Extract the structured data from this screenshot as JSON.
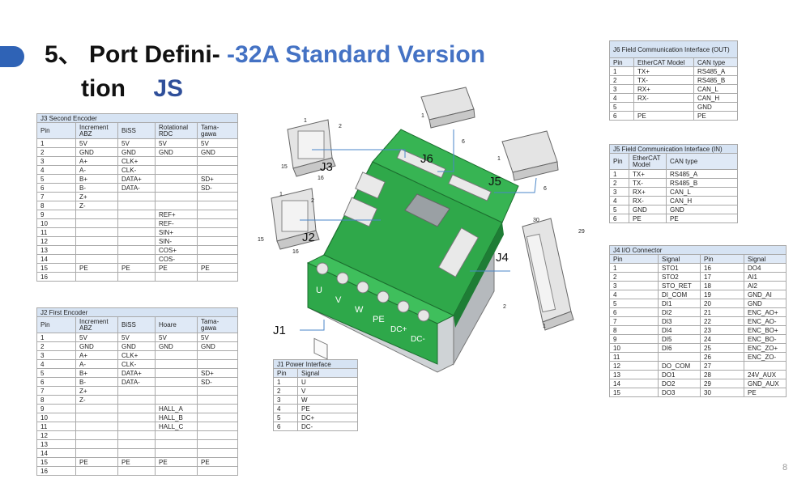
{
  "title": {
    "number": "5、",
    "part1": "Port Defini-",
    "accent": "-32A Standard Version",
    "part2": "tion",
    "accent2": "JS"
  },
  "page_number": "8",
  "board_labels": {
    "j1": "J1",
    "j2": "J2",
    "j3": "J3",
    "j4": "J4",
    "j5": "J5",
    "j6": "J6"
  },
  "terminal_labels": [
    "U",
    "V",
    "W",
    "PE",
    "DC+",
    "DC-"
  ],
  "connector_pins": {
    "j3_1": "1",
    "j3_2": "2",
    "j3_15": "15",
    "j3_16": "16",
    "j2_1": "1",
    "j2_2": "2",
    "j2_15": "15",
    "j2_16": "16",
    "j6_1": "1",
    "j6_6": "6",
    "j5_1": "1",
    "j5_6": "6",
    "j4_30": "30",
    "j4_29": "29",
    "j4_2": "2",
    "j4_1": "1"
  },
  "j3": {
    "caption": "J3 Second Encoder",
    "headers": [
      "Pin",
      "Increment ABZ",
      "BiSS",
      "Rotational RDC",
      "Tama-gawa"
    ],
    "rows": [
      [
        "1",
        "5V",
        "5V",
        "5V",
        "5V"
      ],
      [
        "2",
        "GND",
        "GND",
        "GND",
        "GND"
      ],
      [
        "3",
        "A+",
        "CLK+",
        "",
        ""
      ],
      [
        "4",
        "A-",
        "CLK-",
        "",
        ""
      ],
      [
        "5",
        "B+",
        "DATA+",
        "",
        "SD+"
      ],
      [
        "6",
        "B-",
        "DATA-",
        "",
        "SD-"
      ],
      [
        "7",
        "Z+",
        "",
        "",
        ""
      ],
      [
        "8",
        "Z-",
        "",
        "",
        ""
      ],
      [
        "9",
        "",
        "",
        "REF+",
        ""
      ],
      [
        "10",
        "",
        "",
        "REF-",
        ""
      ],
      [
        "11",
        "",
        "",
        "SIN+",
        ""
      ],
      [
        "12",
        "",
        "",
        "SIN-",
        ""
      ],
      [
        "13",
        "",
        "",
        "COS+",
        ""
      ],
      [
        "14",
        "",
        "",
        "COS-",
        ""
      ],
      [
        "15",
        "PE",
        "PE",
        "PE",
        "PE"
      ],
      [
        "16",
        "",
        "",
        "",
        ""
      ]
    ]
  },
  "j2": {
    "caption": "J2 First Encoder",
    "headers": [
      "Pin",
      "Increment ABZ",
      "BiSS",
      "Hoare",
      "Tama-gawa"
    ],
    "rows": [
      [
        "1",
        "5V",
        "5V",
        "5V",
        "5V"
      ],
      [
        "2",
        "GND",
        "GND",
        "GND",
        "GND"
      ],
      [
        "3",
        "A+",
        "CLK+",
        "",
        ""
      ],
      [
        "4",
        "A-",
        "CLK-",
        "",
        ""
      ],
      [
        "5",
        "B+",
        "DATA+",
        "",
        "SD+"
      ],
      [
        "6",
        "B-",
        "DATA-",
        "",
        "SD-"
      ],
      [
        "7",
        "Z+",
        "",
        "",
        ""
      ],
      [
        "8",
        "Z-",
        "",
        "",
        ""
      ],
      [
        "9",
        "",
        "",
        "HALL_A",
        ""
      ],
      [
        "10",
        "",
        "",
        "HALL_B",
        ""
      ],
      [
        "11",
        "",
        "",
        "HALL_C",
        ""
      ],
      [
        "12",
        "",
        "",
        "",
        ""
      ],
      [
        "13",
        "",
        "",
        "",
        ""
      ],
      [
        "14",
        "",
        "",
        "",
        ""
      ],
      [
        "15",
        "PE",
        "PE",
        "PE",
        "PE"
      ],
      [
        "16",
        "",
        "",
        "",
        ""
      ]
    ]
  },
  "j1": {
    "caption": "J1 Power Interface",
    "headers": [
      "Pin",
      "Signal"
    ],
    "rows": [
      [
        "1",
        "U"
      ],
      [
        "2",
        "V"
      ],
      [
        "3",
        "W"
      ],
      [
        "4",
        "PE"
      ],
      [
        "5",
        "DC+"
      ],
      [
        "6",
        "DC-"
      ]
    ]
  },
  "j6": {
    "caption": "J6 Field Communication Interface (OUT)",
    "headers": [
      "Pin",
      "EtherCAT Model",
      "CAN type"
    ],
    "rows": [
      [
        "1",
        "TX+",
        "RS485_A"
      ],
      [
        "2",
        "TX-",
        "RS485_B"
      ],
      [
        "3",
        "RX+",
        "CAN_L"
      ],
      [
        "4",
        "RX-",
        "CAN_H"
      ],
      [
        "5",
        "",
        "GND"
      ],
      [
        "6",
        "PE",
        "PE"
      ]
    ]
  },
  "j5": {
    "caption": "J5 Field Communication Interface (IN)",
    "headers": [
      "Pin",
      "EtherCAT Model",
      "CAN type"
    ],
    "rows": [
      [
        "1",
        "TX+",
        "RS485_A"
      ],
      [
        "2",
        "TX-",
        "RS485_B"
      ],
      [
        "3",
        "RX+",
        "CAN_L"
      ],
      [
        "4",
        "RX-",
        "CAN_H"
      ],
      [
        "5",
        "GND",
        "GND"
      ],
      [
        "6",
        "PE",
        "PE"
      ]
    ]
  },
  "j4": {
    "caption": "J4 I/O Connector",
    "headers": [
      "Pin",
      "Signal",
      "Pin",
      "Signal"
    ],
    "rows": [
      [
        "1",
        "STO1",
        "16",
        "DO4"
      ],
      [
        "2",
        "STO2",
        "17",
        "AI1"
      ],
      [
        "3",
        "STO_RET",
        "18",
        "AI2"
      ],
      [
        "4",
        "DI_COM",
        "19",
        "GND_AI"
      ],
      [
        "5",
        "DI1",
        "20",
        "GND"
      ],
      [
        "6",
        "DI2",
        "21",
        "ENC_AO+"
      ],
      [
        "7",
        "DI3",
        "22",
        "ENC_AO-"
      ],
      [
        "8",
        "DI4",
        "23",
        "ENC_BO+"
      ],
      [
        "9",
        "DI5",
        "24",
        "ENC_BO-"
      ],
      [
        "10",
        "DI6",
        "25",
        "ENC_ZO+"
      ],
      [
        "11",
        "",
        "26",
        "ENC_ZO-"
      ],
      [
        "12",
        "DO_COM",
        "27",
        ""
      ],
      [
        "13",
        "DO1",
        "28",
        "24V_AUX"
      ],
      [
        "14",
        "DO2",
        "29",
        "GND_AUX"
      ],
      [
        "15",
        "DO3",
        "30",
        "PE"
      ]
    ]
  }
}
